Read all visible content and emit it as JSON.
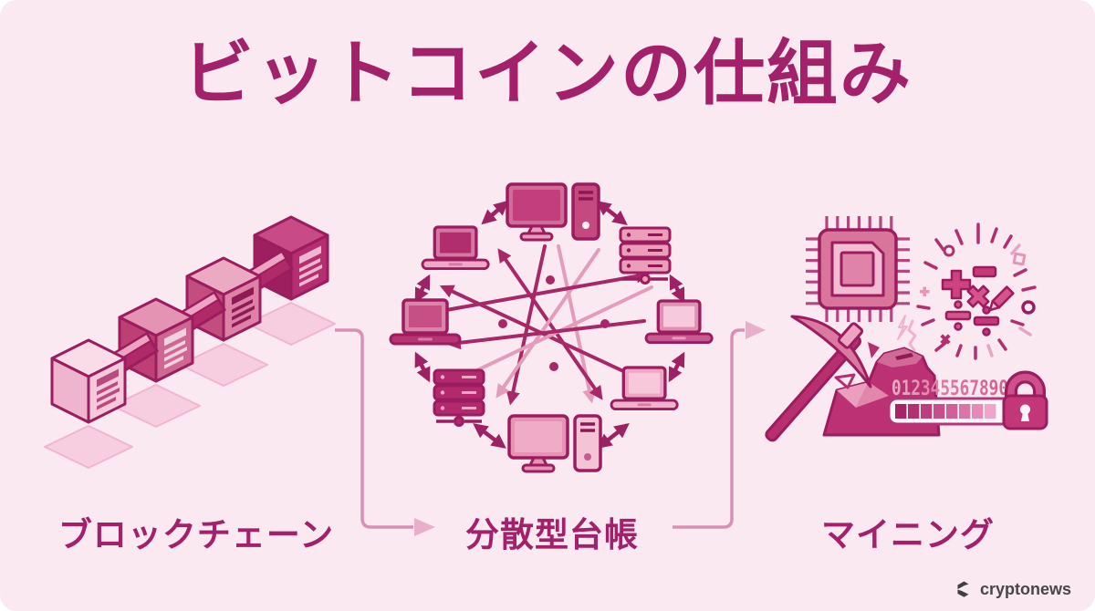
{
  "title": "ビットコインの仕組み",
  "sections": [
    {
      "id": "blockchain",
      "label": "ブロックチェーン"
    },
    {
      "id": "distributed-ledger",
      "label": "分散型台帳"
    },
    {
      "id": "mining",
      "label": "マイニング"
    }
  ],
  "blockchain": {
    "block_count": 4,
    "icon": "chained-cubes"
  },
  "network": {
    "devices": [
      "desktop",
      "server",
      "laptop",
      "laptop",
      "desktop",
      "server",
      "laptop",
      "laptop"
    ],
    "arrows": "bidirectional-peer-sync"
  },
  "mining": {
    "hash_digits": "012345567890",
    "icons": [
      "cpu-chip",
      "math-symbols",
      "pickaxe",
      "rock",
      "progress-bar",
      "padlock"
    ]
  },
  "flow": {
    "arrow_1": "blockchain-to-ledger",
    "arrow_2": "ledger-to-mining"
  },
  "footer": {
    "brand": "cryptonews"
  },
  "colors": {
    "background": "#fbe9f1",
    "primary_text": "#a3206a",
    "outline": "#9c1d5f",
    "accent_dark": "#b13070",
    "accent_medium": "#d5548b",
    "accent_light": "#e7afca",
    "brand_text": "#474747"
  }
}
